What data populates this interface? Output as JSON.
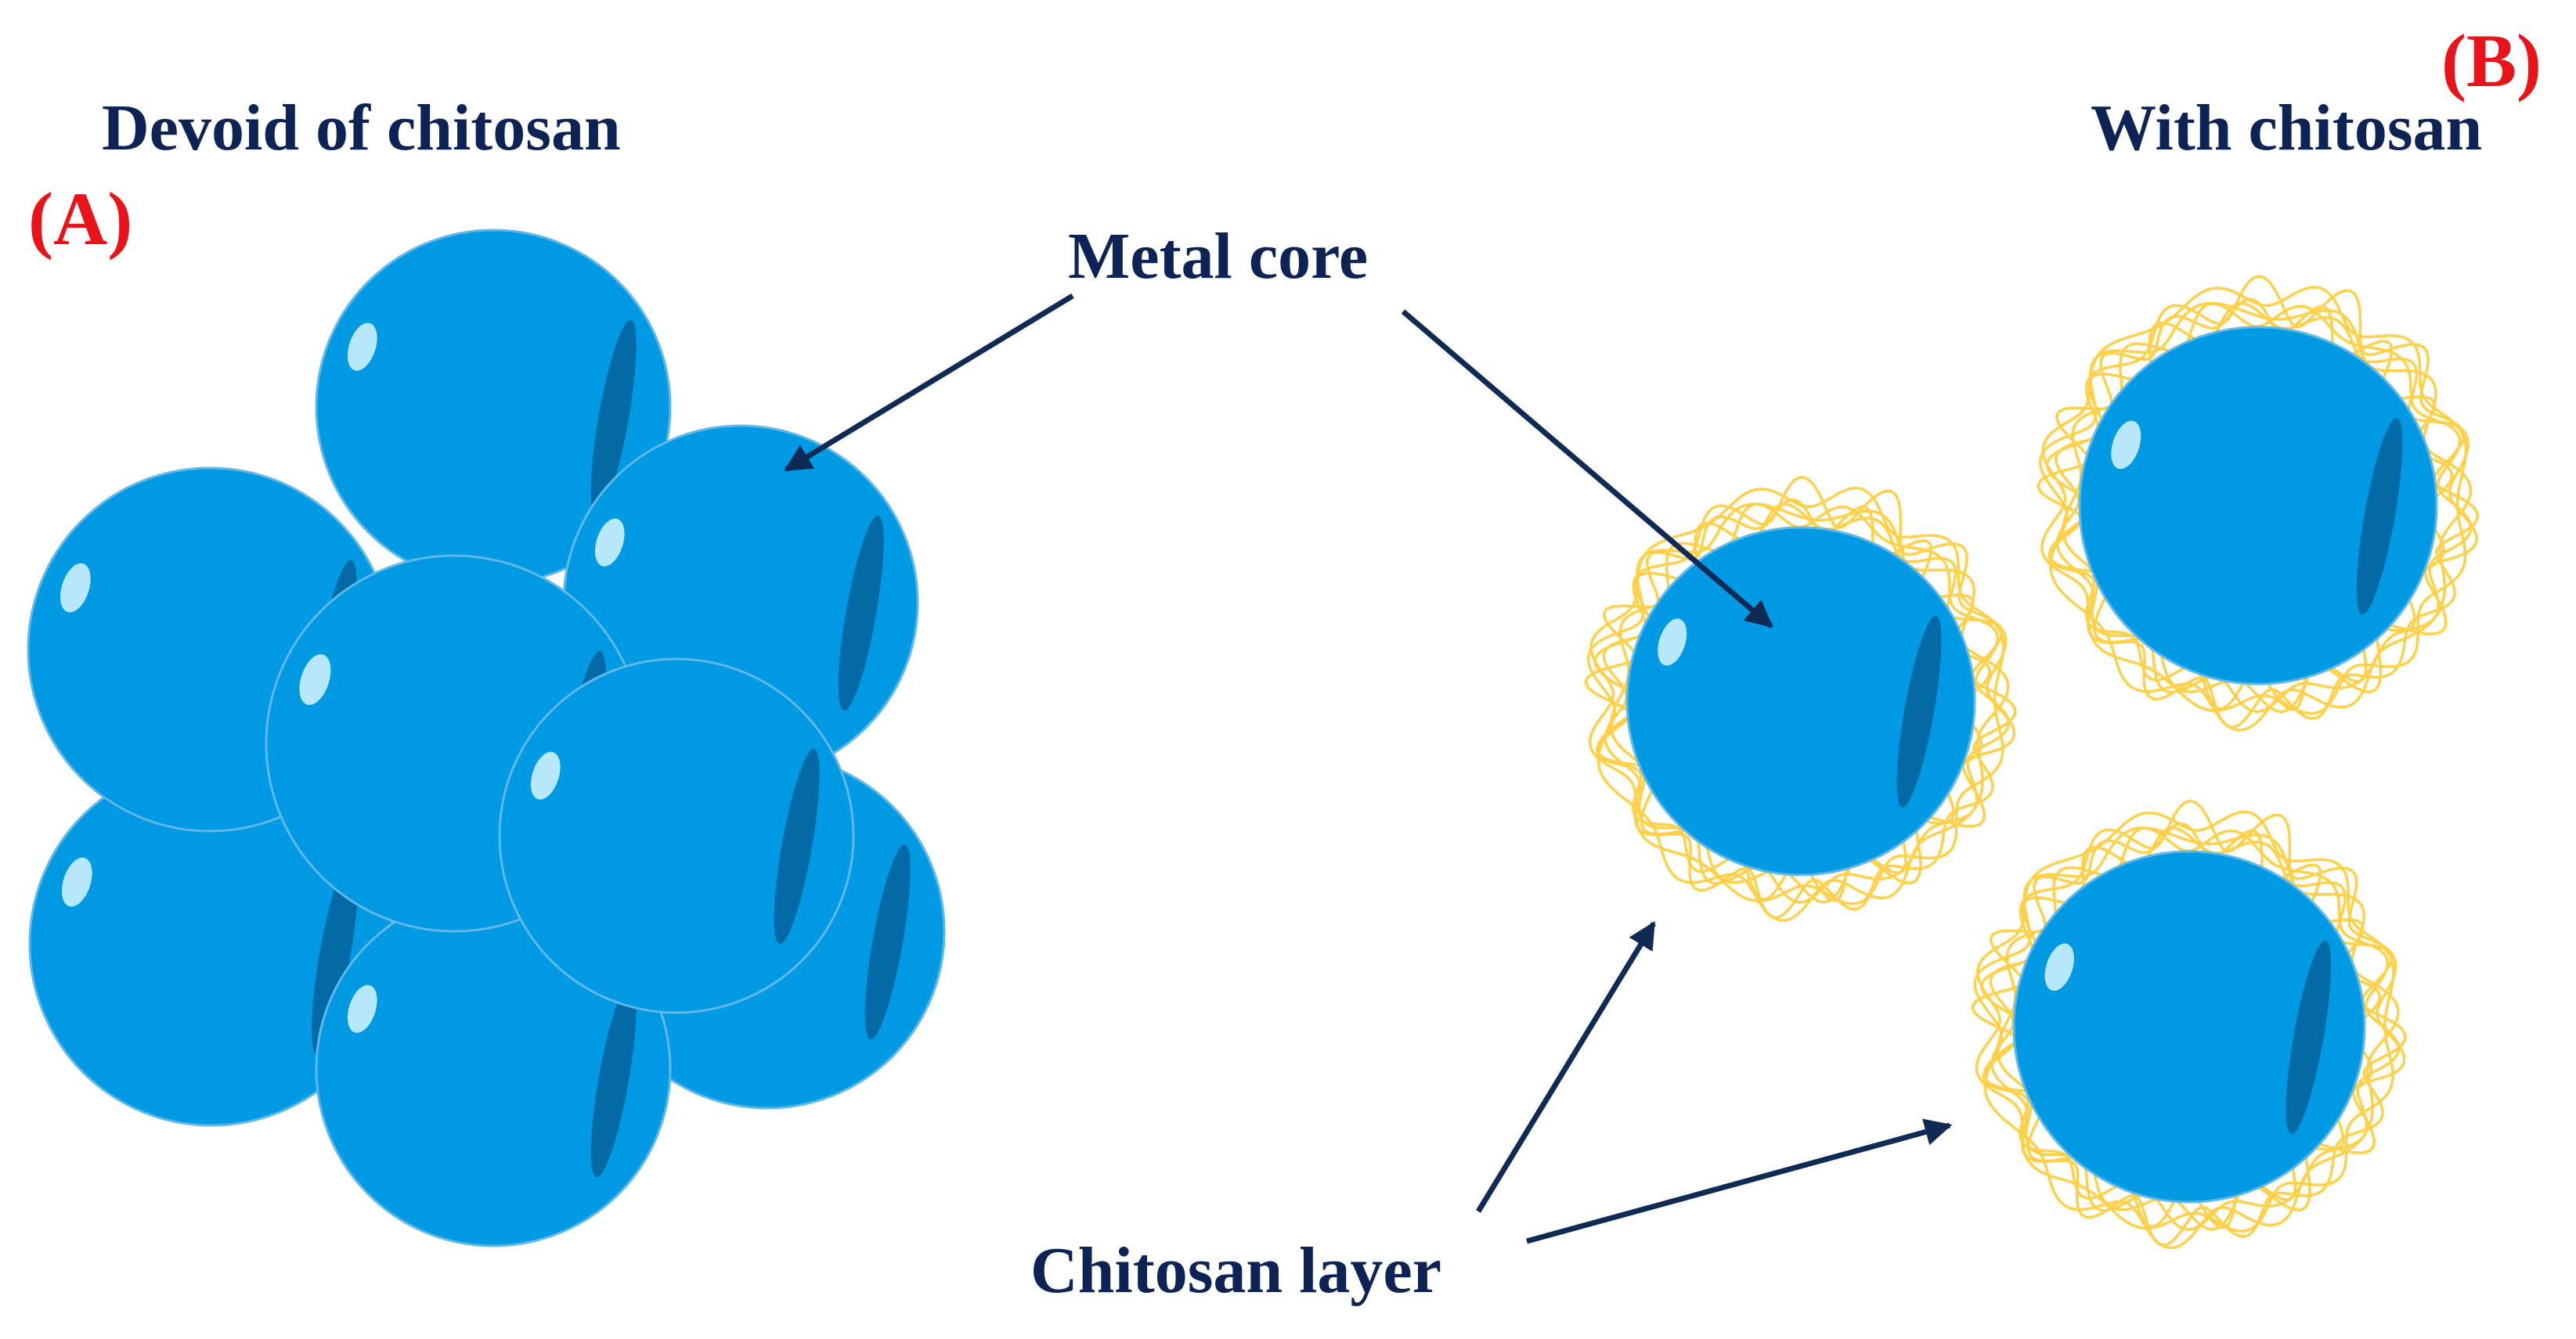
{
  "panel_a": {
    "letter": "(A)",
    "title": "Devoid of chitosan"
  },
  "panel_b": {
    "letter": "(B)",
    "title": "With chitosan"
  },
  "labels": {
    "metal_core": "Metal core",
    "chitosan_layer": "Chitosan layer"
  },
  "colors": {
    "sphere": "#009ae4",
    "sphere_edge": "#5fb8e8",
    "sphere_shadow": "#046aa6",
    "highlight": "#b7e7fb",
    "chitosan_strand": "#ffd04a",
    "arrow": "#0f2a55",
    "text_navy": "#0d2355",
    "text_red": "#e8141a"
  }
}
